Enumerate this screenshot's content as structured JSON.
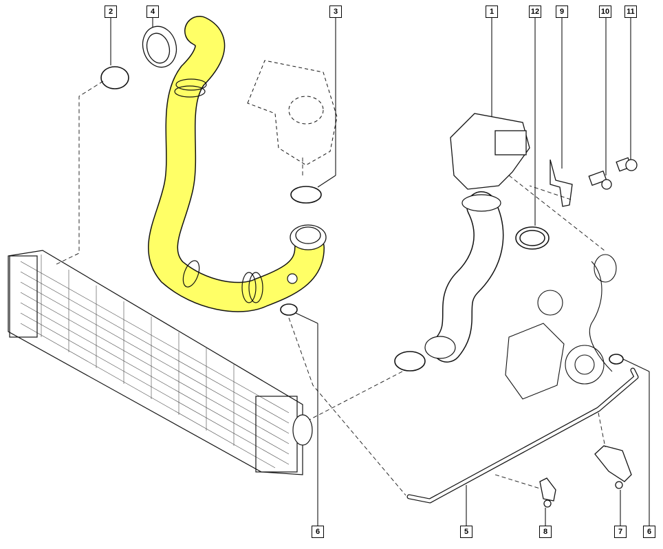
{
  "diagram": {
    "highlight_color": "#ffff66",
    "line_color": "#111111",
    "callouts": [
      {
        "id": "c1",
        "label": "1"
      },
      {
        "id": "c2",
        "label": "2"
      },
      {
        "id": "c3",
        "label": "3"
      },
      {
        "id": "c4",
        "label": "4"
      },
      {
        "id": "c5",
        "label": "5"
      },
      {
        "id": "c6a",
        "label": "6"
      },
      {
        "id": "c6b",
        "label": "6"
      },
      {
        "id": "c7",
        "label": "7"
      },
      {
        "id": "c8",
        "label": "8"
      },
      {
        "id": "c9",
        "label": "9"
      },
      {
        "id": "c10",
        "label": "10"
      },
      {
        "id": "c11",
        "label": "11"
      },
      {
        "id": "c12",
        "label": "12"
      }
    ]
  }
}
